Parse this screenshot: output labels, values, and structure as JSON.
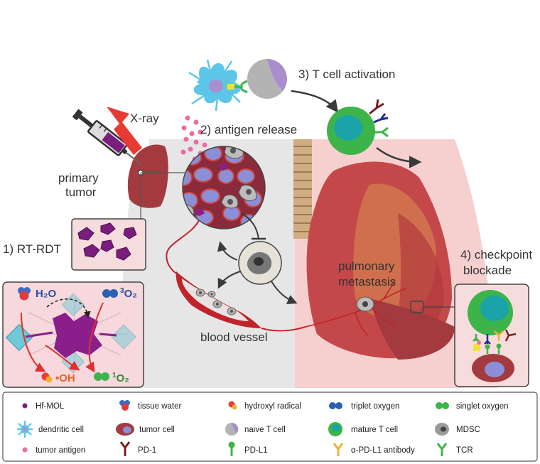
{
  "labels": {
    "xray": "X-ray",
    "primary_tumor_line1": "primary",
    "primary_tumor_line2": "tumor",
    "step1": "1) RT-RDT",
    "step2": "2) antigen release",
    "step3": "3) T cell activation",
    "step4_line1": "4) checkpoint",
    "step4_line2": "blockade",
    "pulmonary_line1": "pulmonary",
    "pulmonary_line2": "metastasis",
    "blood_vessel": "blood vessel"
  },
  "mechanism": {
    "water": "H₂O",
    "triplet_sup": "3",
    "triplet_main": "O₂",
    "hydroxyl": "•OH",
    "singlet_sup": "1",
    "singlet_main": "O₂"
  },
  "legend": {
    "items": [
      {
        "label": "Hf-MOL",
        "icon": "hf-mol-dot"
      },
      {
        "label": "tissue water",
        "icon": "water-molecule"
      },
      {
        "label": "hydroxyl radical",
        "icon": "hydroxyl-molecule"
      },
      {
        "label": "triplet oxygen",
        "icon": "triplet-oxygen-molecule"
      },
      {
        "label": "singlet oxygen",
        "icon": "singlet-oxygen-molecule"
      },
      {
        "label": "dendritic cell",
        "icon": "dendritic-cell"
      },
      {
        "label": "tumor cell",
        "icon": "tumor-cell"
      },
      {
        "label": "naive T cell",
        "icon": "naive-t-cell"
      },
      {
        "label": "mature T cell",
        "icon": "mature-t-cell"
      },
      {
        "label": "MDSC",
        "icon": "mdsc-cell"
      },
      {
        "label": "tumor antigen",
        "icon": "tumor-antigen-dot"
      },
      {
        "label": "PD-1",
        "icon": "pd1-receptor"
      },
      {
        "label": "PD-L1",
        "icon": "pdl1-ligand"
      },
      {
        "label": "α-PD-L1 antibody",
        "icon": "antibody"
      },
      {
        "label": "TCR",
        "icon": "tcr-receptor"
      }
    ]
  },
  "colors": {
    "tumor": "#a23a3f",
    "lung": "#c4484a",
    "pink_bg": "#f6cfcf",
    "gray_bg": "#e6e6e6",
    "mol": "#7a1e7e",
    "antigen": "#ee6ba3",
    "t_cell": "#3cb449",
    "t_nucleus": "#1aa3a8",
    "dendritic": "#5cc5e8",
    "hydroxyl_text": "#e8602a",
    "singlet_text": "#2d8a3a",
    "triplet_text": "#2b4ea0"
  }
}
